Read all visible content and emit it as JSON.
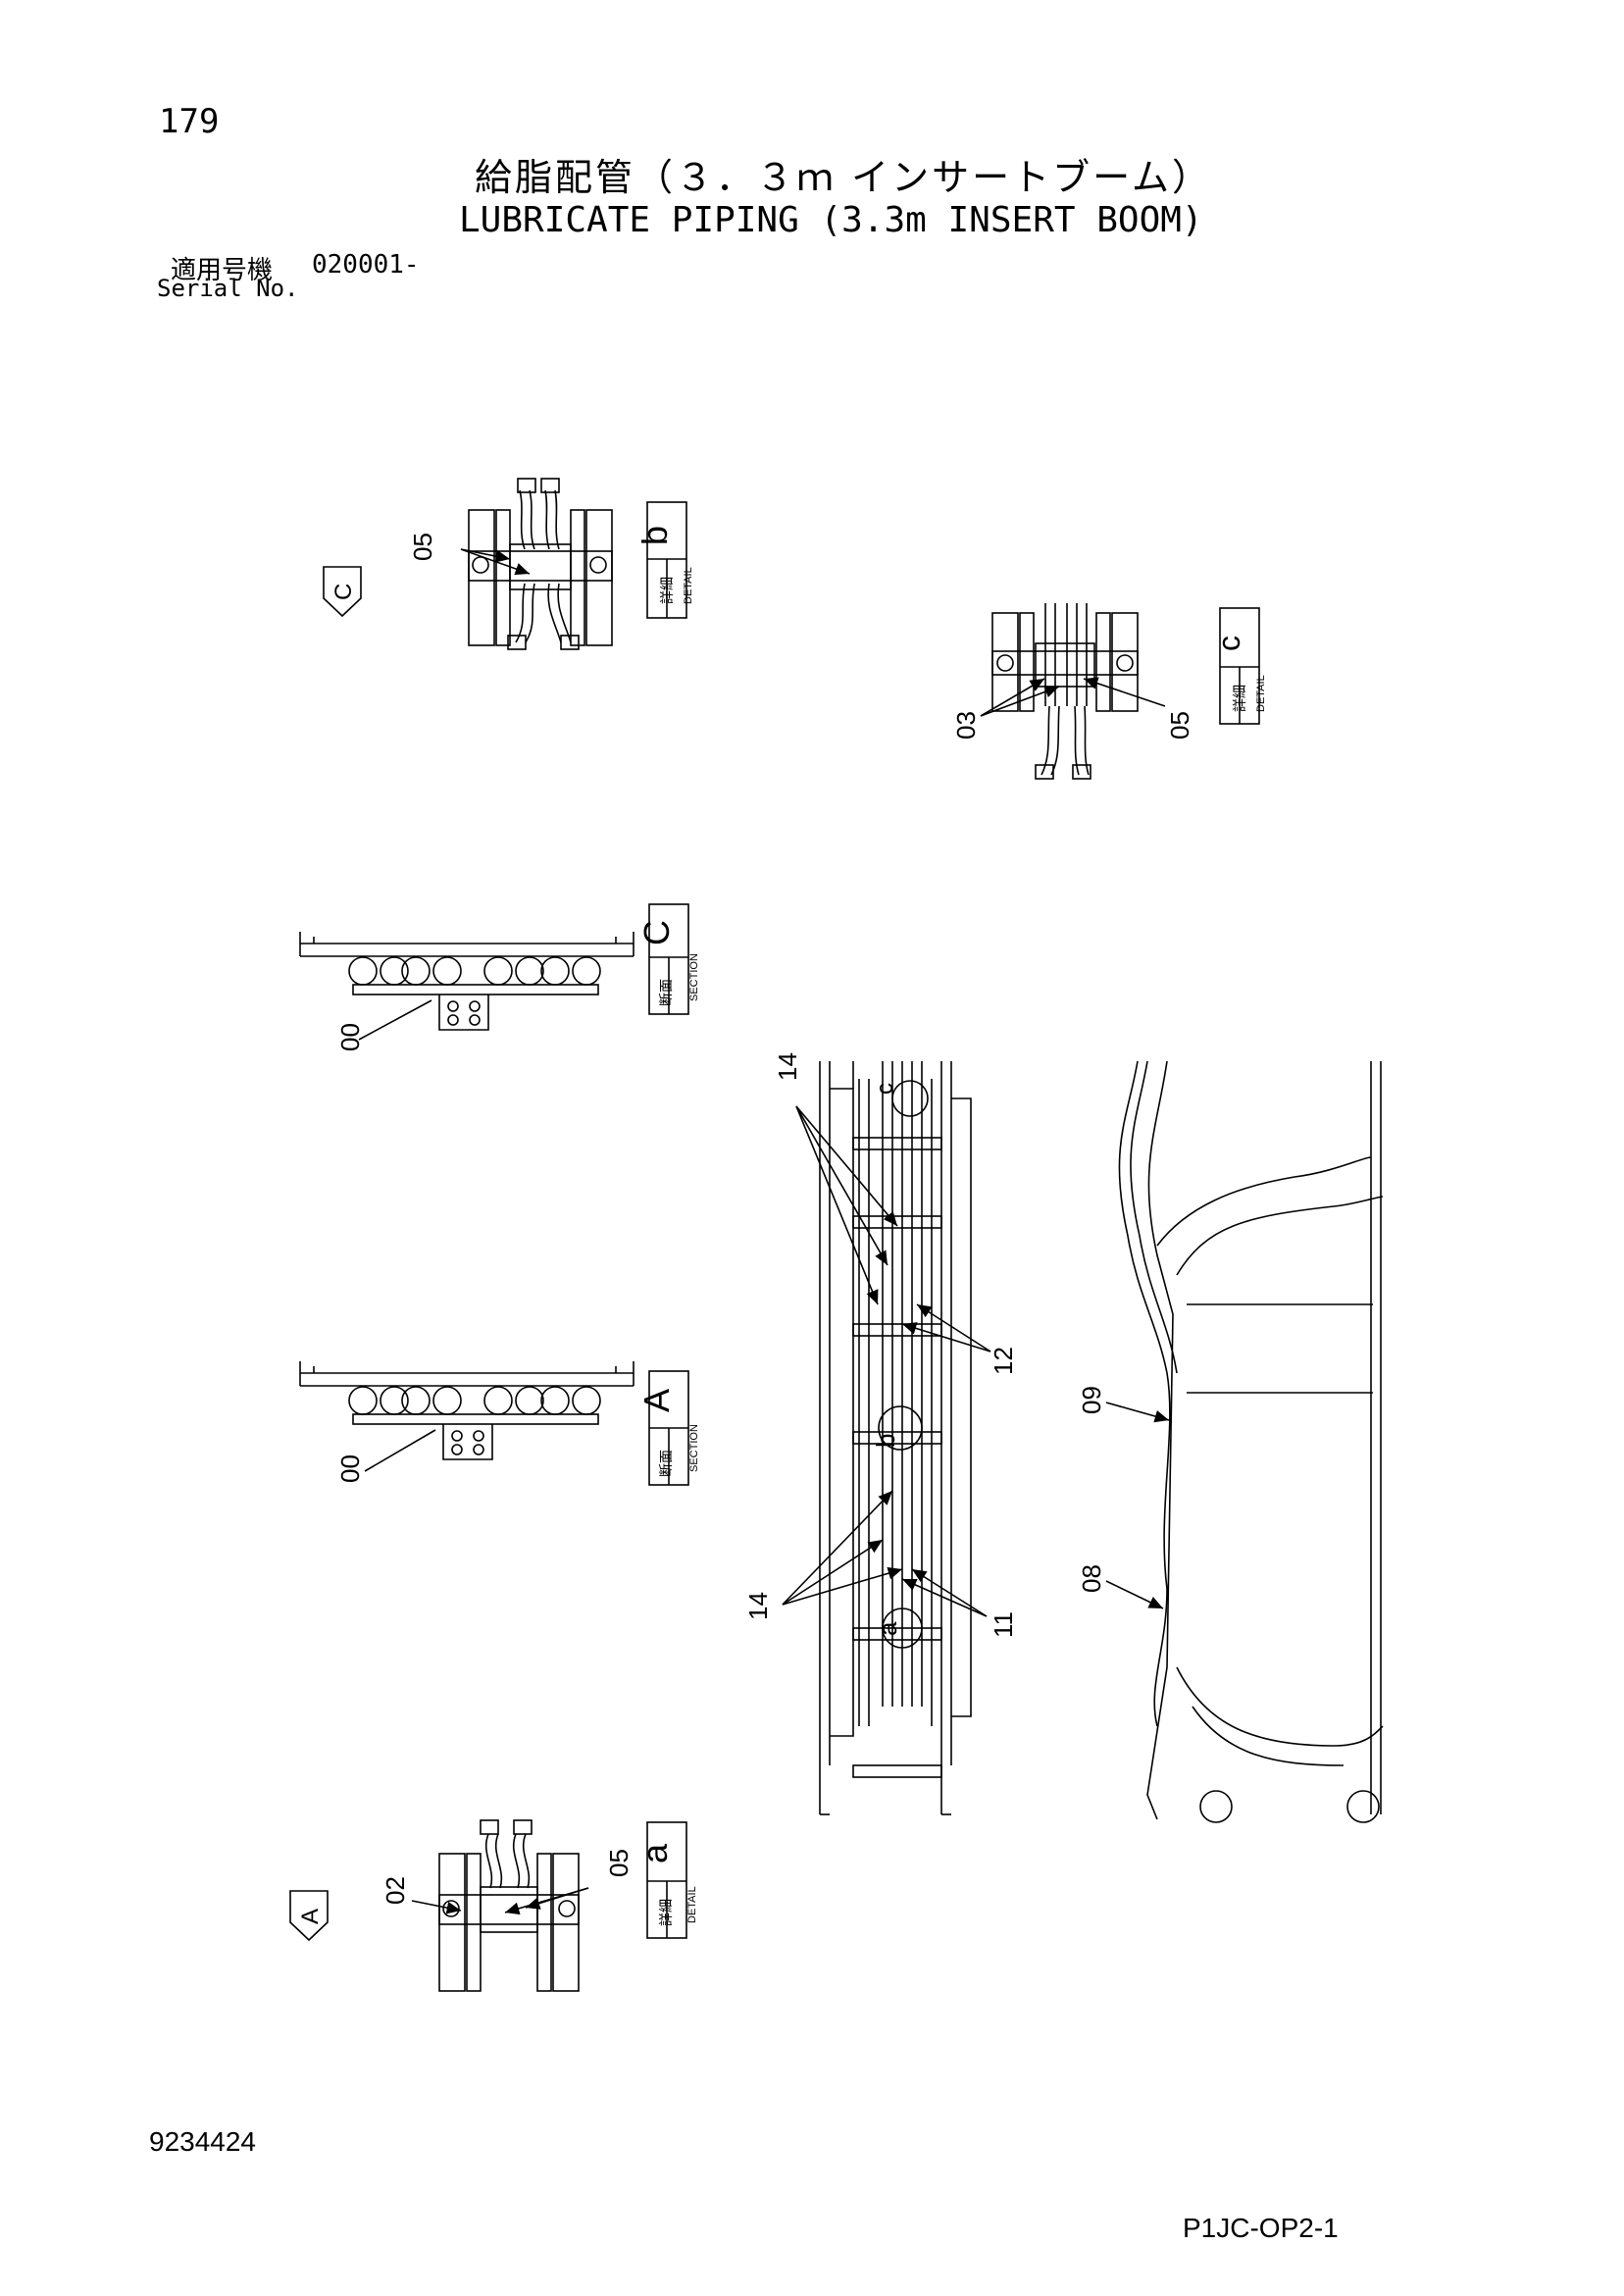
{
  "header": {
    "page_number": "179",
    "title_jp": "給脂配管（３．３ｍ インサートブーム）",
    "title_en": "LUBRICATE PIPING (3.3m INSERT BOOM)",
    "serial_label_jp": "適用号機",
    "serial_value": "020001-",
    "serial_label_en": "Serial No."
  },
  "labels": {
    "detail_jp": "詳細",
    "detail_en": "DETAIL",
    "section_jp": "断面",
    "section_en": "SECTION",
    "detail_b": "b",
    "detail_c": "c",
    "detail_a": "a",
    "section_C": "C",
    "section_A": "A",
    "view_C": "C",
    "view_A": "A"
  },
  "callouts": {
    "p05_b": "05",
    "p03_c": "03",
    "p05_c": "05",
    "p00_C": "00",
    "p00_A": "00",
    "p02_a": "02",
    "p05_a": "05",
    "p14_top": "14",
    "p12": "12",
    "p14_bottom": "14",
    "p11": "11",
    "p09": "09",
    "p08": "08",
    "mark_a": "a",
    "mark_b": "b",
    "mark_c": "c"
  },
  "footer": {
    "doc_number": "9234424",
    "page_code": "P1JC-OP2-1"
  }
}
